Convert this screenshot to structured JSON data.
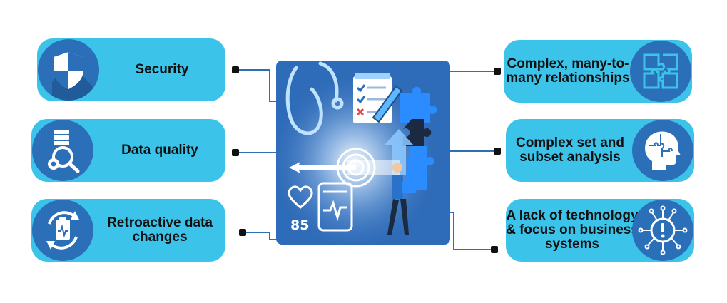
{
  "left_items": [
    {
      "label": "Security",
      "icon": "shield-icon"
    },
    {
      "label": "Data quality",
      "icon": "data-search-icon"
    },
    {
      "label": "Retroactive data changes",
      "icon": "clipboard-refresh-icon"
    }
  ],
  "right_items": [
    {
      "label": "Complex, many-to-many relationships",
      "icon": "puzzle-icon"
    },
    {
      "label": "Complex set and subset analysis",
      "icon": "puzzle-head-icon"
    },
    {
      "label": "A lack of technology & focus on business systems",
      "icon": "alert-circuit-icon"
    }
  ],
  "center": {
    "heart_rate": "85"
  },
  "colors": {
    "card": "#3cc3ea",
    "icon_circle": "#2b6fb9",
    "center_panel": "#2e6bb8",
    "connector": "#2b6fb9"
  }
}
